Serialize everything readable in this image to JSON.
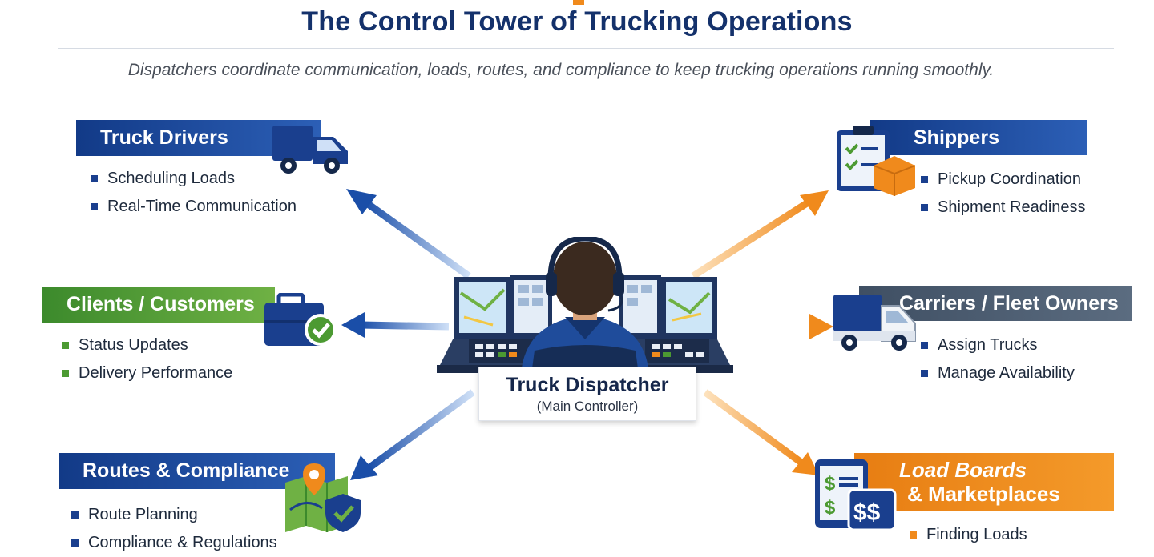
{
  "header": {
    "title": "The Control Tower of Trucking Operations",
    "subtitle": "Dispatchers coordinate communication, loads, routes, and compliance to keep trucking operations running smoothly."
  },
  "center": {
    "title": "Truck Dispatcher",
    "subtitle": "(Main Controller)"
  },
  "nodes": {
    "truck_drivers": {
      "title": "Truck Drivers",
      "items": [
        "Scheduling Loads",
        "Real-Time Communication"
      ]
    },
    "clients": {
      "title": "Clients / Customers",
      "items": [
        "Status Updates",
        "Delivery Performance"
      ]
    },
    "routes": {
      "title": "Routes & Compliance",
      "items": [
        "Route Planning",
        "Compliance & Regulations"
      ]
    },
    "shippers": {
      "title": "Shippers",
      "items": [
        "Pickup Coordination",
        "Shipment Readiness"
      ]
    },
    "carriers": {
      "title": "Carriers / Fleet Owners",
      "items": [
        "Assign Trucks",
        "Manage Availability"
      ]
    },
    "load_boards": {
      "title_line1": "Load Boards",
      "title_line2": "& Marketplaces",
      "items": [
        "Finding Loads"
      ]
    }
  },
  "colors": {
    "navy": "#14316b",
    "blue": "#1a3f8e",
    "green": "#4c9a32",
    "orange": "#f08a1c",
    "slate": "#4a5a6e"
  },
  "icons": [
    "delivery-truck-icon",
    "briefcase-check-icon",
    "map-pin-shield-icon",
    "clipboard-package-icon",
    "box-truck-icon",
    "dollar-tablet-icon",
    "dispatcher-console-illustration"
  ]
}
